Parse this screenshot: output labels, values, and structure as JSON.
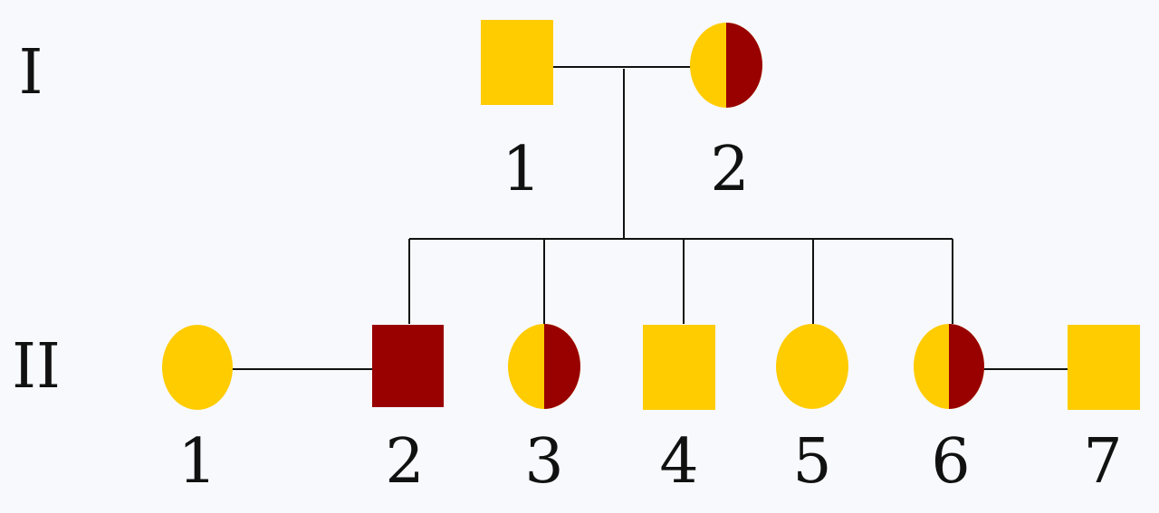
{
  "colors": {
    "background": "#f7f9fd",
    "unaffected": "#ffcc00",
    "affected": "#990000",
    "line": "#111111"
  },
  "generations": [
    {
      "label": "I"
    },
    {
      "label": "II"
    }
  ],
  "individuals": [
    {
      "generation": 1,
      "number": "1",
      "sex": "male",
      "status": "unaffected"
    },
    {
      "generation": 1,
      "number": "2",
      "sex": "female",
      "status": "carrier"
    },
    {
      "generation": 2,
      "number": "1",
      "sex": "female",
      "status": "unaffected"
    },
    {
      "generation": 2,
      "number": "2",
      "sex": "male",
      "status": "affected"
    },
    {
      "generation": 2,
      "number": "3",
      "sex": "female",
      "status": "carrier"
    },
    {
      "generation": 2,
      "number": "4",
      "sex": "male",
      "status": "unaffected"
    },
    {
      "generation": 2,
      "number": "5",
      "sex": "female",
      "status": "unaffected"
    },
    {
      "generation": 2,
      "number": "6",
      "sex": "female",
      "status": "carrier"
    },
    {
      "generation": 2,
      "number": "7",
      "sex": "male",
      "status": "unaffected"
    }
  ],
  "marriages": [
    {
      "generation": 1,
      "partners": [
        "1",
        "2"
      ]
    },
    {
      "generation": 2,
      "partners": [
        "1",
        "2"
      ]
    },
    {
      "generation": 2,
      "partners": [
        "6",
        "7"
      ]
    }
  ],
  "offspring_of_I_1_2": [
    "2",
    "3",
    "4",
    "5",
    "6"
  ]
}
